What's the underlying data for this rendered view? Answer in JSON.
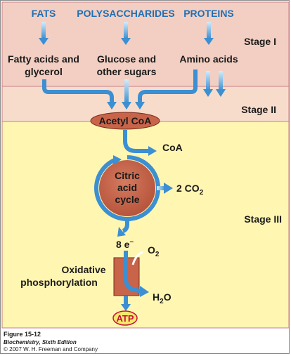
{
  "colors": {
    "stage1_band": "#f2cfc2",
    "stage2_band": "#f7dccb",
    "stage3_band": "#fff6b2",
    "arrow_blue": "#3b8fd2",
    "title_blue": "#1f6fb5",
    "cycle_fill": "#c8644a",
    "atp_fill": "#f4e96a",
    "atp_text": "#c8103c"
  },
  "inputs": {
    "fats": "FATS",
    "polysaccharides": "POLYSACCHARIDES",
    "proteins": "PROTEINS"
  },
  "products": {
    "fatty_acids_line1": "Fatty acids and",
    "fatty_acids_line2": "glycerol",
    "glucose_line1": "Glucose and",
    "glucose_line2": "other sugars",
    "amino_acids": "Amino acids"
  },
  "stages": {
    "stage1": "Stage I",
    "stage2": "Stage II",
    "stage3": "Stage III"
  },
  "acetyl_coa": "Acetyl CoA",
  "coa": "CoA",
  "cycle": {
    "line1": "Citric",
    "line2": "acid",
    "line3": "cycle"
  },
  "co2": {
    "prefix": "2 CO",
    "sub": "2"
  },
  "electrons": {
    "text": "8 e",
    "sup": "–"
  },
  "oxygen": {
    "text": "O",
    "sub": "2"
  },
  "water": {
    "text": "H",
    "sub": "2",
    "suffix": "O"
  },
  "oxphos": {
    "line1": "Oxidative",
    "line2": "phosphorylation"
  },
  "atp": "ATP",
  "caption": {
    "figure": "Figure 15-12",
    "book": "Biochemistry, Sixth Edition",
    "copyright": "© 2007 W. H. Freeman and Company"
  }
}
